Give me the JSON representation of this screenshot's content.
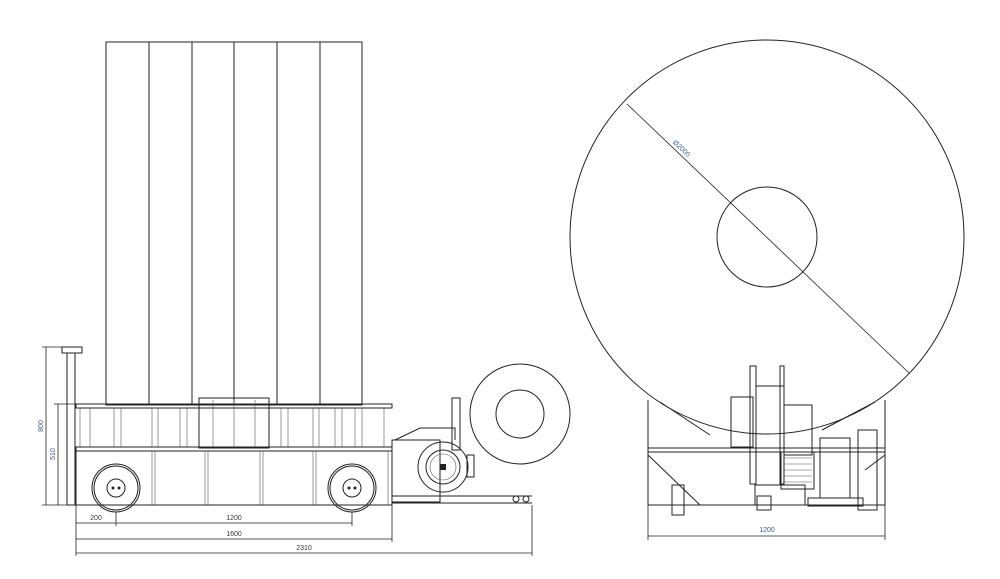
{
  "side_view": {
    "dimensions": {
      "height_total": "800",
      "height_frame": "510",
      "wheel_offset": "200",
      "wheel_base": "1200",
      "frame_length": "1600",
      "overall_length": "2310"
    }
  },
  "front_view": {
    "dimensions": {
      "coil_diameter": "Ø2000",
      "frame_width": "1200"
    }
  },
  "colors": {
    "line": "#222222",
    "dimension_text": "#3a5a8a"
  }
}
